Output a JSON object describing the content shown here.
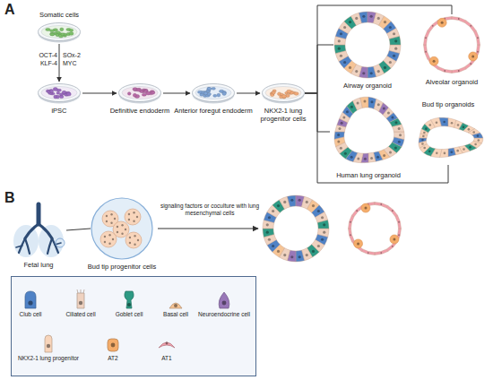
{
  "diagram": {
    "nodes": [
      {
        "text": [
          "Somatic cells"
        ]
      },
      {
        "text": [
          "iPSC"
        ]
      },
      {
        "text": [
          "Definitive endoderm"
        ]
      },
      {
        "text": [
          "Anterior foregut endoderm"
        ]
      },
      {
        "text": [
          "NKX2-1 lung progenitor cells"
        ]
      },
      {
        "text": [
          "Airway organoid"
        ]
      },
      {
        "text": [
          "Alveolar organoid"
        ]
      },
      {
        "text": [
          "Human lung organoid"
        ]
      },
      {
        "text": [
          "Bud tip organoids"
        ]
      },
      {
        "text": [
          "Fetal lung"
        ]
      },
      {
        "text": [
          "Bud tip progenitor cells"
        ]
      }
    ],
    "edges": [
      {
        "from": 0,
        "to": 1,
        "arrow": "to",
        "label": "OCT-4 KLF-4"
      },
      {
        "from": 1,
        "to": 2,
        "arrow": "to"
      },
      {
        "from": 2,
        "to": 3,
        "arrow": "to"
      },
      {
        "from": 3,
        "to": 4,
        "arrow": "to"
      },
      {
        "from": 4,
        "to": 5,
        "arrow": "none"
      },
      {
        "from": 4,
        "to": 6,
        "arrow": "none"
      },
      {
        "from": 4,
        "to": 7,
        "arrow": "none"
      },
      {
        "from": 4,
        "to": 8,
        "arrow": "none"
      },
      {
        "from": 9,
        "to": 10,
        "arrow": "none"
      }
    ],
    "labels": [
      "A",
      "SOx-2 MYC",
      "B",
      "signaling factors or coculture with lung mesenchymal cells"
    ],
    "legend": [
      {
        "text": "Club cell",
        "color": "#4f82c6"
      },
      {
        "text": "Ciliated cell",
        "color": "#efd2c0"
      },
      {
        "text": "Goblet cell",
        "color": "#2e9a84"
      },
      {
        "text": "Basal cell",
        "color": "#f6c495"
      },
      {
        "text": "Neuroendocrine cell",
        "color": "#9877b8"
      },
      {
        "text": "NKX2-1 lung progenitor",
        "color": "#f8d5bb"
      },
      {
        "text": "AT2",
        "color": "#f4ad6b"
      },
      {
        "text": "AT1",
        "color": "#f19fab"
      }
    ]
  }
}
